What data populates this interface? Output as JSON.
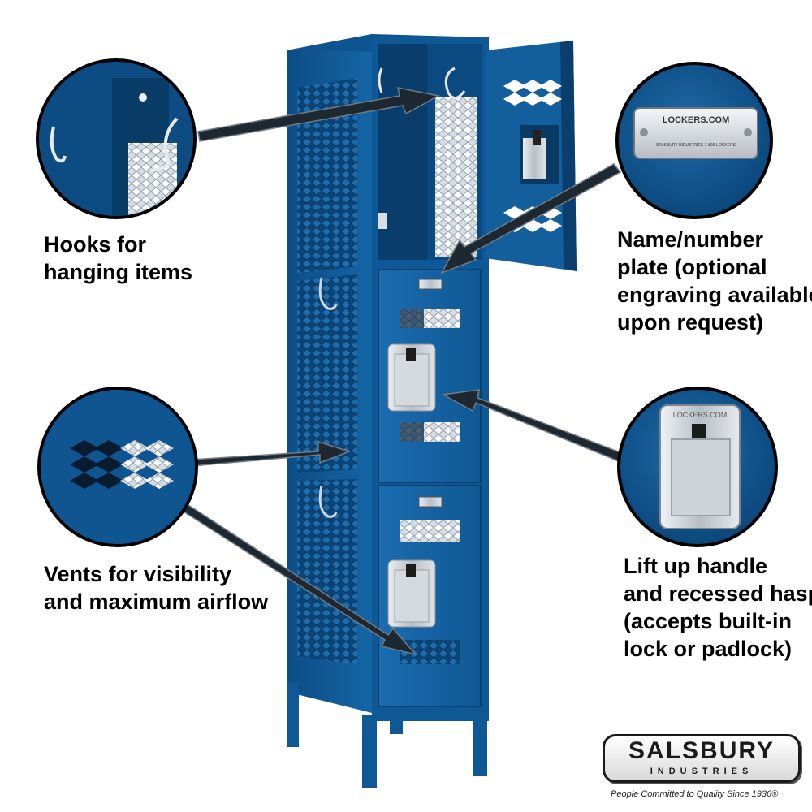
{
  "callouts": {
    "hooks": {
      "line1": "Hooks for",
      "line2": "hanging items"
    },
    "plate": {
      "line1": "Name/number",
      "line2": "plate (optional",
      "line3": "engraving available",
      "line4": "upon request)"
    },
    "vents": {
      "line1": "Vents for visibility",
      "line2": "and maximum airflow"
    },
    "handle": {
      "line1": "Lift up handle",
      "line2": "and recessed hasp",
      "line3": "(accepts built-in",
      "line4": "lock or padlock)"
    }
  },
  "plate_detail": {
    "brand": "LOCKERS.COM",
    "fine_print": "SALSBURY INDUSTRIES   1-800-LOCKERS"
  },
  "hasp_detail": {
    "brand": "LOCKERS.COM"
  },
  "logo": {
    "name": "SALSBURY",
    "sub": "INDUSTRIES",
    "tagline": "People Committed to Quality Since 1936®"
  },
  "colors": {
    "locker_blue": "#0f5c9b",
    "locker_dark": "#0a3f6d",
    "steel": "#c8ccd0",
    "background": "#ffffff"
  },
  "icons": [
    "hook-icon",
    "vent-icon",
    "hasp-icon",
    "name-plate-icon"
  ]
}
